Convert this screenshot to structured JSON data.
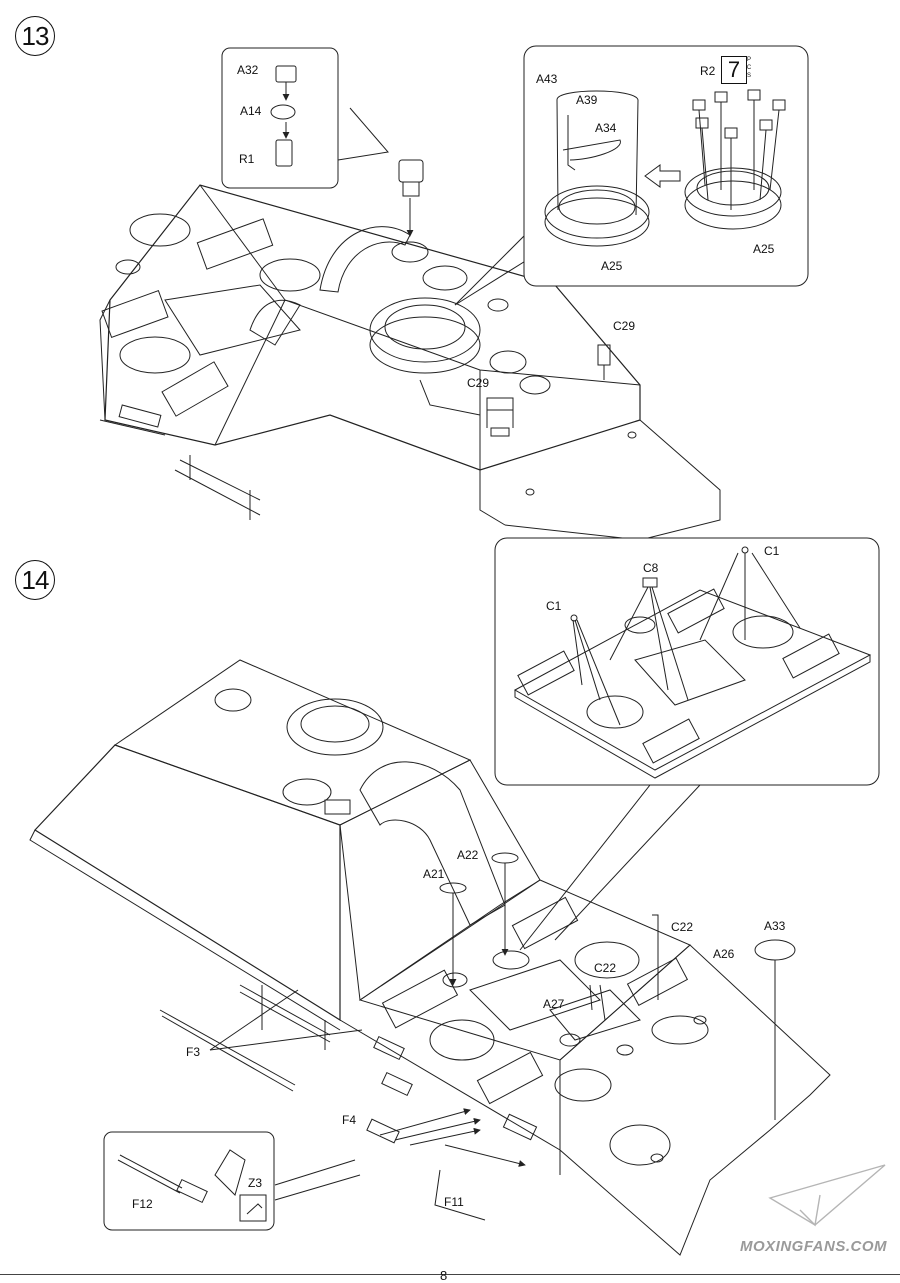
{
  "steps": [
    {
      "number": "13",
      "callout_small": {
        "parts": [
          "A32",
          "A14",
          "R1"
        ]
      },
      "callout_large": {
        "parts": [
          "A43",
          "A39",
          "A34",
          "A25",
          "R2",
          "A25"
        ],
        "quantity": "7",
        "quantity_unit": [
          "P",
          "C",
          "S"
        ]
      },
      "hull_labels": [
        "C29",
        "C29"
      ]
    },
    {
      "number": "14",
      "callout_top": {
        "parts": [
          "C1",
          "C8",
          "C1"
        ]
      },
      "hull_labels": [
        "A22",
        "A21",
        "C22",
        "A33",
        "A26",
        "C22",
        "A27",
        "F3",
        "F4",
        "F11"
      ],
      "callout_bottom": {
        "parts": [
          "F12",
          "Z3"
        ]
      }
    }
  ],
  "page_number": "8",
  "watermark": "MOXINGFANS.COM"
}
